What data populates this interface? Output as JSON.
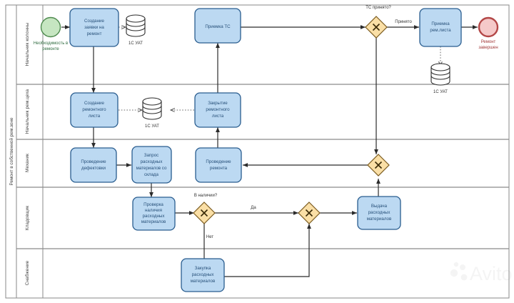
{
  "diagram": {
    "type": "bpmn-process-diagram",
    "colors": {
      "task_fill": "#bcd9f2",
      "task_stroke": "#2a5d8f",
      "task_text": "#28517a",
      "gateway_fill": "#fadfa6",
      "gateway_stroke": "#7a5a1e",
      "start_fill": "#c6e6c1",
      "start_stroke": "#4e8a4e",
      "end_fill": "#f5c9c9",
      "end_stroke": "#b34747",
      "lane_stroke": "#8a8a8a",
      "flow_stroke": "#2b2b2b",
      "background": "#ffffff"
    },
    "pool": {
      "label": "Ремонт в собственной рем.зоне"
    },
    "lanes": [
      {
        "id": "lane-1",
        "label": "Начальник колонны"
      },
      {
        "id": "lane-2",
        "label": "Начальник рем.цеха"
      },
      {
        "id": "lane-3",
        "label": "Механик"
      },
      {
        "id": "lane-4",
        "label": "Кладовщик"
      },
      {
        "id": "lane-5",
        "label": "Снабжение"
      }
    ],
    "events": [
      {
        "id": "start-1",
        "kind": "start",
        "label": "Необходимость в ремонте"
      },
      {
        "id": "end-1",
        "kind": "end",
        "label": "Ремонт завершен"
      }
    ],
    "tasks": [
      {
        "id": "task-zayavka",
        "lines": [
          "Создание",
          "заявки на",
          "ремонт"
        ]
      },
      {
        "id": "task-priemka-ts",
        "lines": [
          "Приемка ТС"
        ]
      },
      {
        "id": "task-priemka-rl",
        "lines": [
          "Приемка",
          "рем.листа"
        ]
      },
      {
        "id": "task-sozdanie-rl",
        "lines": [
          "Создание",
          "ремонтного",
          "листа"
        ]
      },
      {
        "id": "task-zakrytie-rl",
        "lines": [
          "Закрытие",
          "ремонтного",
          "листа"
        ]
      },
      {
        "id": "task-defektovka",
        "lines": [
          "Проведение",
          "дефектовки"
        ]
      },
      {
        "id": "task-zapros",
        "lines": [
          "Запрос",
          "расходных",
          "материалов со",
          "склада"
        ]
      },
      {
        "id": "task-remont",
        "lines": [
          "Проведение",
          "ремонта"
        ]
      },
      {
        "id": "task-proverka",
        "lines": [
          "Проверка",
          "наличия",
          "расходных",
          "материалов"
        ]
      },
      {
        "id": "task-vydacha",
        "lines": [
          "Выдача",
          "расходных",
          "материалов"
        ]
      },
      {
        "id": "task-zakupka",
        "lines": [
          "Закупка",
          "расходных",
          "материалов"
        ]
      }
    ],
    "gateways": [
      {
        "id": "gw-ts",
        "symbol": "X",
        "label": "ТС принято?"
      },
      {
        "id": "gw-merge-1",
        "symbol": "X",
        "label": ""
      },
      {
        "id": "gw-nalichie",
        "symbol": "X",
        "label": "В наличии?"
      },
      {
        "id": "gw-merge-2",
        "symbol": "X",
        "label": ""
      }
    ],
    "data_stores": [
      {
        "id": "ds-1",
        "label": "1С УАТ"
      },
      {
        "id": "ds-2",
        "label": "1С УАТ"
      },
      {
        "id": "ds-3",
        "label": "1С УАТ"
      }
    ],
    "flow_labels": [
      {
        "id": "fl-prinyato",
        "text": "Принято"
      },
      {
        "id": "fl-da",
        "text": "Да"
      },
      {
        "id": "fl-net",
        "text": "Нет"
      }
    ],
    "watermark": {
      "text": "Avito"
    }
  }
}
